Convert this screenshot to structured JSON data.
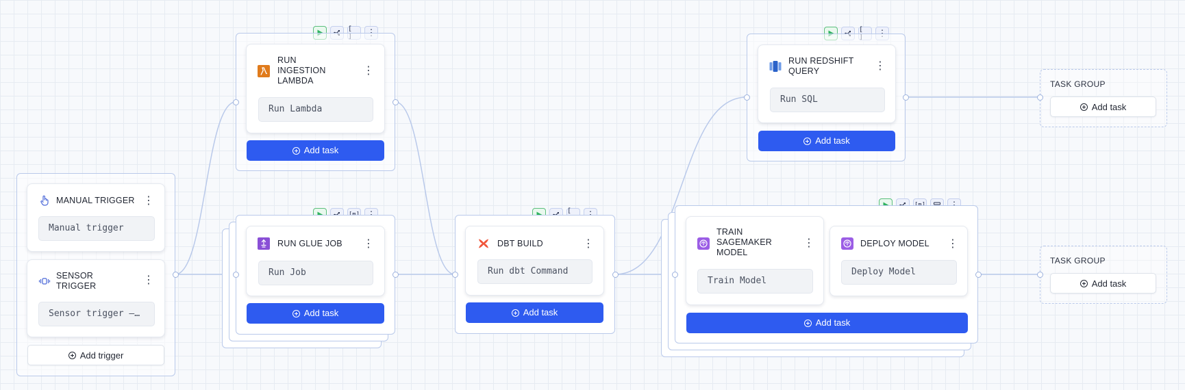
{
  "triggers": {
    "manual": {
      "title": "MANUAL TRIGGER",
      "field": "Manual trigger"
    },
    "sensor": {
      "title_line1": "SENSOR",
      "title_line2": "TRIGGER",
      "field": "Sensor trigger –…"
    },
    "add_trigger_label": "Add trigger"
  },
  "tasks": {
    "lambda": {
      "title_line1": "RUN",
      "title_line2": "INGESTION",
      "title_line3": "LAMBDA",
      "field": "Run Lambda",
      "add_task_label": "Add task"
    },
    "glue": {
      "title": "RUN GLUE JOB",
      "field": "Run Job",
      "add_task_label": "Add task"
    },
    "dbt": {
      "title": "DBT BUILD",
      "field": "Run dbt Command",
      "add_task_label": "Add task"
    },
    "redshift": {
      "title_line1": "RUN REDSHIFT",
      "title_line2": "QUERY",
      "field": "Run SQL",
      "add_task_label": "Add task"
    },
    "sagemaker_train": {
      "title_line1": "TRAIN",
      "title_line2": "SAGEMAKER",
      "title_line3": "MODEL",
      "field": "Train Model"
    },
    "sagemaker_deploy": {
      "title": "DEPLOY MODEL",
      "field": "Deploy Model"
    },
    "sagemaker_add_task_label": "Add task"
  },
  "task_groups": [
    {
      "label": "TASK GROUP",
      "add_task_label": "Add task"
    },
    {
      "label": "TASK GROUP",
      "add_task_label": "Add task"
    }
  ],
  "toolbar_glyphs": {
    "brackets": "[ ]",
    "map": "[m]"
  },
  "kebab_glyph": "⋮",
  "colors": {
    "primary": "#2e5bf0",
    "edge": "#b9c9ea",
    "lambda": "#e07b1c",
    "glue": "#8a4fd6",
    "dbt": "#f0553a",
    "redshift": "#2a62c9",
    "sagemaker": "#9b5de5",
    "play": "#2fb35f"
  },
  "icons": {
    "manual": "hand-pointer-icon",
    "sensor": "sensor-icon",
    "lambda": "aws-lambda-icon",
    "glue": "aws-glue-icon",
    "dbt": "dbt-icon",
    "redshift": "aws-redshift-icon",
    "sagemaker": "aws-sagemaker-icon",
    "run": "play-icon",
    "branch": "branch-icon",
    "more": "kebab-icon",
    "add": "plus-circle-icon"
  }
}
